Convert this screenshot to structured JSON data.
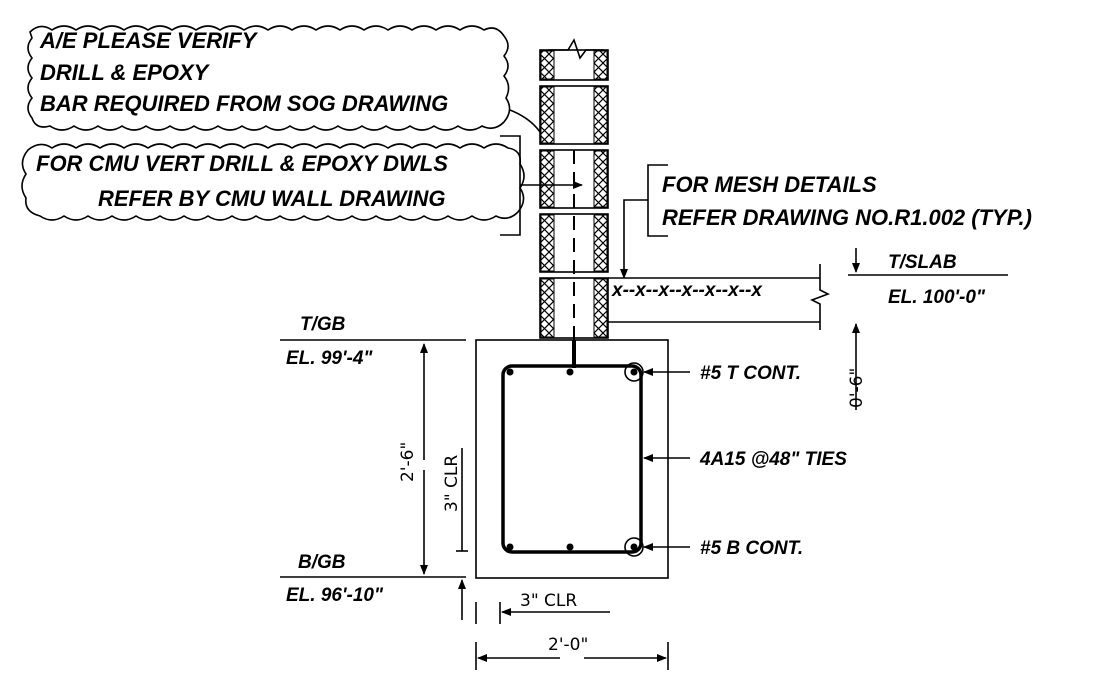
{
  "callouts": {
    "verify_line1": "A/E PLEASE VERIFY",
    "verify_line2": "DRILL & EPOXY",
    "verify_line3": "BAR REQUIRED FROM SOG DRAWING",
    "cmu_line1": "FOR CMU VERT DRILL & EPOXY DWLS",
    "cmu_line2": "REFER BY CMU WALL DRAWING",
    "mesh_line1": "FOR MESH DETAILS",
    "mesh_line2": "REFER DRAWING NO.R1.002 (TYP.)"
  },
  "slab": {
    "mesh_symbol": "x--x--x--x--x--x--x",
    "top_label": "T/SLAB",
    "elevation": "EL. 100'-0\"",
    "step_dim": "0'-6\""
  },
  "grade_beam": {
    "top_label": "T/GB",
    "top_elevation": "EL. 99'-4\"",
    "bottom_label": "B/GB",
    "bottom_elevation": "EL. 96'-10\"",
    "depth_dim": "2'-6\"",
    "width_dim": "2'-0\"",
    "clear_vertical": "3\" CLR",
    "clear_horizontal": "3\" CLR"
  },
  "rebar": {
    "top_bars": "#5  T CONT.",
    "ties": "4A15 @48\" TIES",
    "bottom_bars": "#5  B CONT."
  }
}
